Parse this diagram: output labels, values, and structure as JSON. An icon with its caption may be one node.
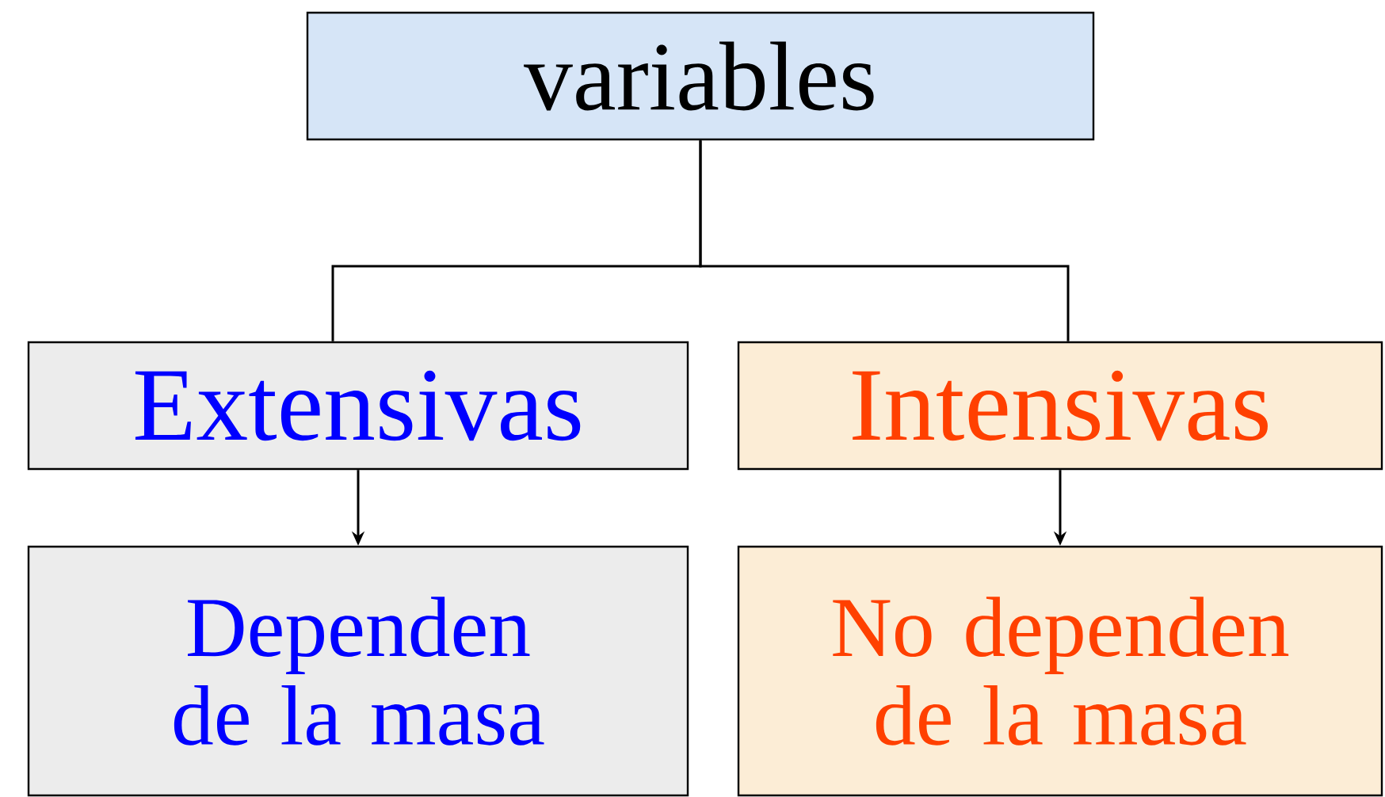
{
  "diagram": {
    "nodes": [
      {
        "text": [
          "variables"
        ]
      },
      {
        "text": [
          "Extensivas"
        ]
      },
      {
        "text": [
          "Intensivas"
        ]
      },
      {
        "text": [
          "Dependen  de la masa"
        ]
      },
      {
        "text": [
          "No dependen de la masa"
        ]
      }
    ],
    "edges": [
      {
        "from": 0,
        "to": 1,
        "arrow": "none"
      },
      {
        "from": 0,
        "to": 2,
        "arrow": "none"
      },
      {
        "from": 1,
        "to": 3,
        "arrow": "to"
      },
      {
        "from": 2,
        "to": 4,
        "arrow": "to"
      }
    ]
  }
}
